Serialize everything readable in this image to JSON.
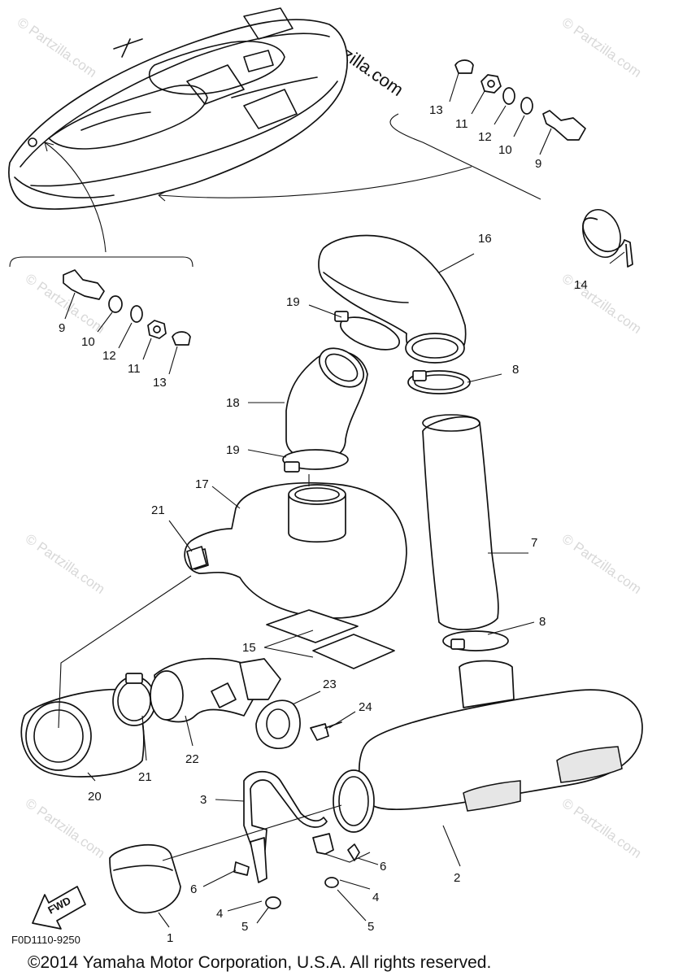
{
  "watermark_main": "© Partzilla.com",
  "watermark_faded": "© Partzilla.com",
  "diagram_code": "F0D1110-9250",
  "copyright": "©2014 Yamaha Motor Corporation, U.S.A. All rights reserved.",
  "fwd_label": "FWD",
  "callouts": {
    "c1": "1",
    "c2": "2",
    "c3": "3",
    "c4a": "4",
    "c4b": "4",
    "c5a": "5",
    "c5b": "5",
    "c6a": "6",
    "c6b": "6",
    "c7": "7",
    "c8a": "8",
    "c8b": "8",
    "c9a": "9",
    "c9b": "9",
    "c10a": "10",
    "c10b": "10",
    "c11a": "11",
    "c11b": "11",
    "c12a": "12",
    "c12b": "12",
    "c13a": "13",
    "c13b": "13",
    "c14": "14",
    "c15": "15",
    "c16": "16",
    "c17": "17",
    "c18": "18",
    "c19a": "19",
    "c19b": "19",
    "c20": "20",
    "c21a": "21",
    "c21b": "21",
    "c22": "22",
    "c23": "23",
    "c24": "24"
  }
}
